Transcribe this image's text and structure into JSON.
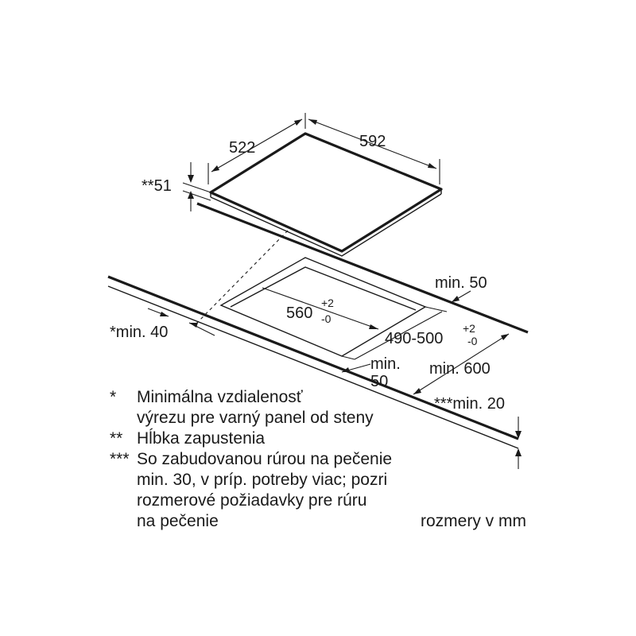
{
  "dimensions": {
    "cooktop_depth": "522",
    "cooktop_width": "592",
    "recess_depth": "**51",
    "cutout_width_main": "560",
    "cutout_width_tol_plus": "+2",
    "cutout_width_tol_minus": "-0",
    "cutout_depth_main": "490-500",
    "cutout_depth_tol_plus": "+2",
    "cutout_depth_tol_minus": "-0",
    "min_back": "min. 50",
    "min_side": "*min. 40",
    "min_front_line1": "min.",
    "min_front_line2": "50",
    "min_worktop": "min. 600",
    "min_thickness": "***min. 20"
  },
  "notes": [
    {
      "marker": "*",
      "lines": [
        "Minimálna vzdialenosť",
        "výrezu pre varný panel od steny"
      ]
    },
    {
      "marker": "**",
      "lines": [
        "Hĺbka zapustenia"
      ]
    },
    {
      "marker": "***",
      "lines": [
        "So  zabudovanou rúrou na pečenie",
        "min. 30, v príp. potreby viac; pozri",
        "rozmerové požiadavky pre rúru",
        "na pečenie"
      ]
    }
  ],
  "units_note": "rozmery v mm"
}
